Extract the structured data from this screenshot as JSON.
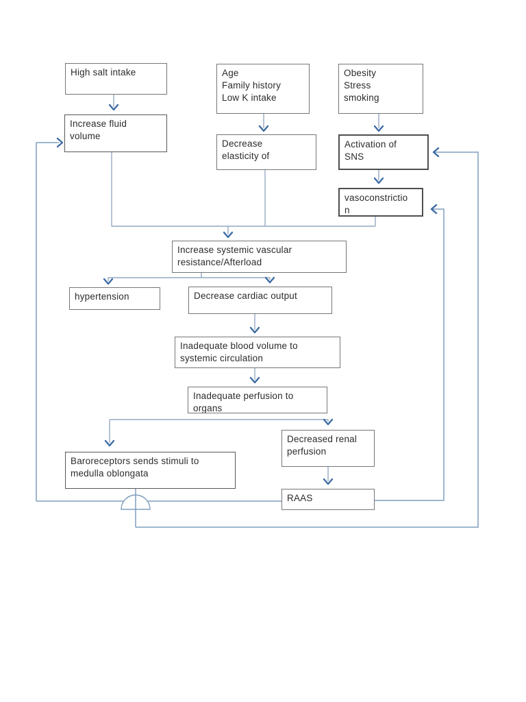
{
  "diagram": {
    "description": "Hypertension pathophysiology flowchart",
    "colors": {
      "background": "#ffffff",
      "connector_line": "#93a9c1",
      "loop_line": "#7f9dbd",
      "arrowhead": "#3d6ca5",
      "box_border": "#757575",
      "box_border_dark": "#4e4e4e",
      "text": "#2b2b2b"
    },
    "nodes": {
      "high_salt_intake": {
        "text": "High salt intake"
      },
      "increase_fluid_volume": {
        "text": "Increase fluid\nvolume"
      },
      "risk_factors": {
        "text": "Age\nFamily history\nLow K intake"
      },
      "lifestyle_factors": {
        "text": "Obesity\nStress\nsmoking"
      },
      "decrease_elasticity": {
        "text": "Decrease\nelasticity of\n          ."
      },
      "activation_sns": {
        "text": "Activation of\nSNS"
      },
      "vasoconstriction": {
        "text": "vasoconstrictio\nn"
      },
      "increase_svr": {
        "text": "Increase systemic vascular\nresistance/Afterload"
      },
      "hypertension": {
        "text": "hypertension"
      },
      "decrease_cardiac_output": {
        "text": "Decrease cardiac output"
      },
      "inadequate_blood_volume": {
        "text": "Inadequate blood volume to\nsystemic circulation"
      },
      "inadequate_perfusion": {
        "text": "Inadequate perfusion to\norgans"
      },
      "baroreceptors": {
        "text": "Baroreceptors sends stimuli to\nmedulla oblongata"
      },
      "decreased_renal_perfusion": {
        "text": "Decreased renal\nperfusion"
      },
      "raas": {
        "text": "RAAS"
      }
    }
  }
}
